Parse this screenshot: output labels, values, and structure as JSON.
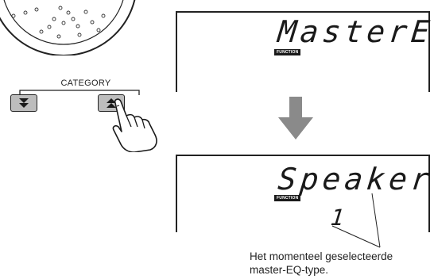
{
  "category": {
    "label": "CATEGORY"
  },
  "display_top": {
    "text": "MasterEQ",
    "badge": "FUNCTION"
  },
  "display_bottom": {
    "text": "Speaker1",
    "badge": "FUNCTION",
    "number": "1"
  },
  "caption": {
    "line1": "Het momenteel geselecteerde",
    "line2": "master-EQ-type."
  },
  "icons": {
    "dial": "dial-icon",
    "down": "double-down-arrow-icon",
    "up": "double-up-arrow-icon",
    "hand": "pointing-hand-icon",
    "flow": "down-arrow-icon"
  },
  "colors": {
    "button_fill": "#bdbdbd",
    "arrow_fill": "#8a8a8a",
    "ink": "#1a1a1a"
  }
}
